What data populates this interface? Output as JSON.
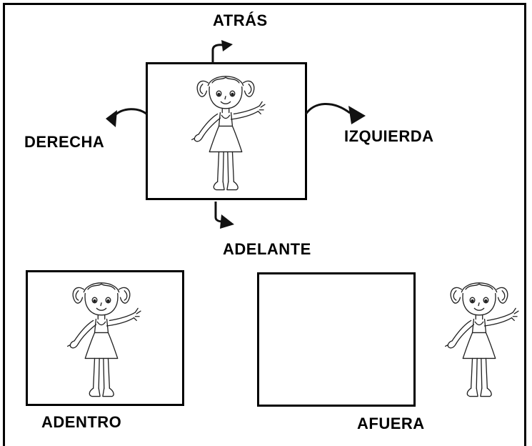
{
  "worksheet": {
    "directions": {
      "back": "ATRÁS",
      "right": "DERECHA",
      "left": "IZQUIERDA",
      "front": "ADELANTE"
    },
    "positions": {
      "inside": "ADENTRO",
      "outside": "AFUERA"
    }
  }
}
